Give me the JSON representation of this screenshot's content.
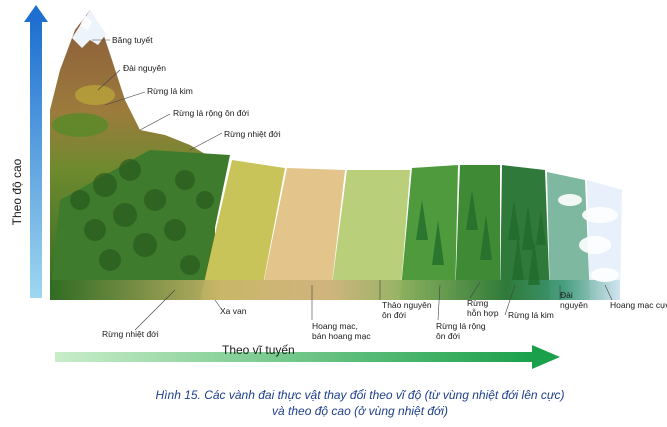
{
  "axes": {
    "vertical": "Theo độ cao",
    "horizontal": "Theo vĩ tuyến"
  },
  "altitude_labels": {
    "snow": "Băng tuyết",
    "tundra": "Đài nguyên",
    "conifer": "Rừng lá kim",
    "temperate_broadleaf": "Rừng lá rộng ôn đới",
    "tropical": "Rừng nhiệt đới"
  },
  "latitude_labels": {
    "tropical": "Rừng nhiệt đới",
    "savanna": "Xa van",
    "desert_line1": "Hoang mạc,",
    "desert_line2": "bán hoang mạc",
    "steppe_line1": "Thảo nguyên",
    "steppe_line2": "ôn đới",
    "mixed_line1": "Rừng",
    "mixed_line2": "hỗn hợp",
    "broadleaf_line1": "Rừng lá rộng",
    "broadleaf_line2": "ôn đới",
    "conifer": "Rừng lá kim",
    "tundra_line1": "Đài",
    "tundra_line2": "nguyên",
    "polar_desert": "Hoang mạc cực"
  },
  "caption": {
    "line1": "Hình 15. Các vành đai thực vật thay đổi theo vĩ độ (từ vùng nhiệt đới lên cực)",
    "line2": "và theo độ cao (ở vùng nhiệt đới)"
  },
  "colors": {
    "up_arrow_top": "#1e6fd0",
    "up_arrow_bottom": "#9fd7f0",
    "right_arrow_left": "#c9edc9",
    "right_arrow_right": "#1aa04a",
    "caption_text": "#1d3f8a",
    "tropical_forest": "#3e7b2c",
    "savanna": "#c9c45a",
    "desert": "#e3c48a",
    "steppe": "#b9cf7a",
    "mixed_forest": "#4f9a3c",
    "conifer": "#2f7a3a",
    "tundra": "#7fb8a0",
    "snow": "#e8f1fb"
  }
}
